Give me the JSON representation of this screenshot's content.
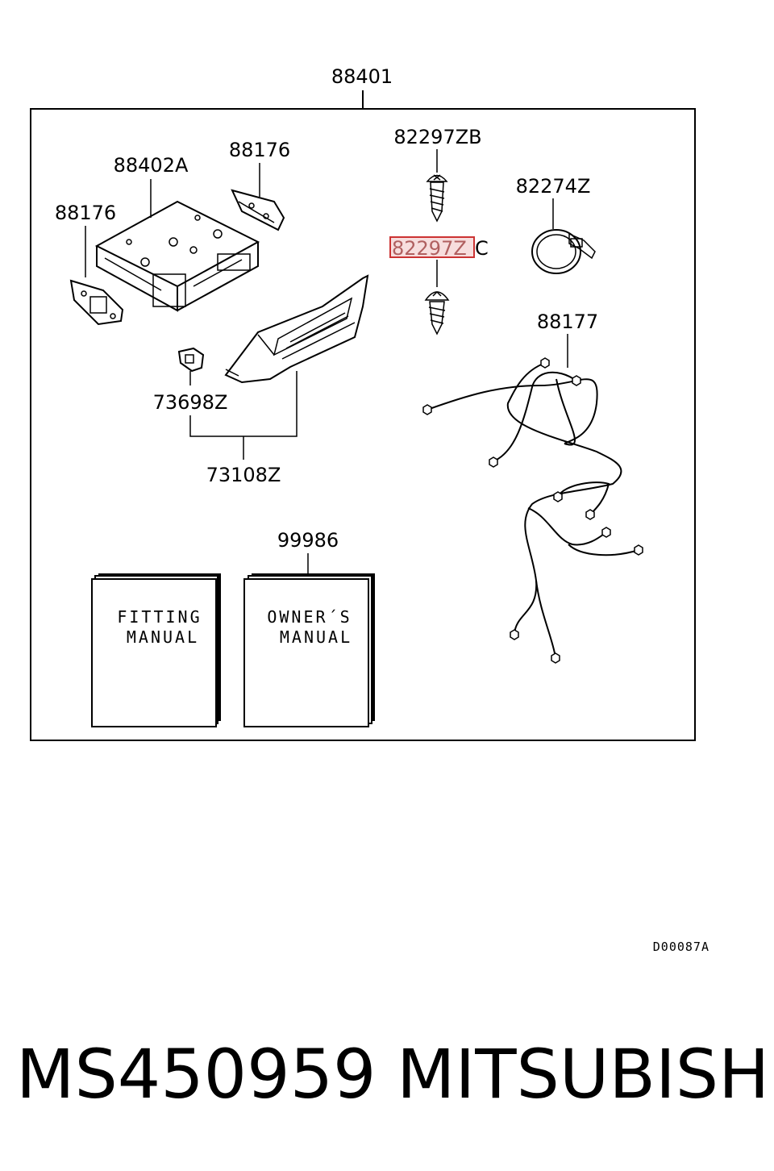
{
  "assembly_label": "88401",
  "part_labels": {
    "screw_top": "82297ZB",
    "screw_highlight": "82297Z",
    "screw_highlight_suffix": "C",
    "band": "82274Z",
    "harness": "88177",
    "unit": "88402A",
    "bracket_top": "88176",
    "bracket_left": "88176",
    "clip": "73698Z",
    "bezel": "73108Z",
    "manuals": "99986"
  },
  "manuals": {
    "fitting": [
      "FITTING",
      "MANUAL"
    ],
    "owners": [
      "OWNER´S",
      "MANUAL"
    ]
  },
  "diagram_code": "D00087A",
  "footer": {
    "part_number": "MS450959",
    "brand": "MITSUBISHI"
  },
  "highlight_color": "#cc3333"
}
